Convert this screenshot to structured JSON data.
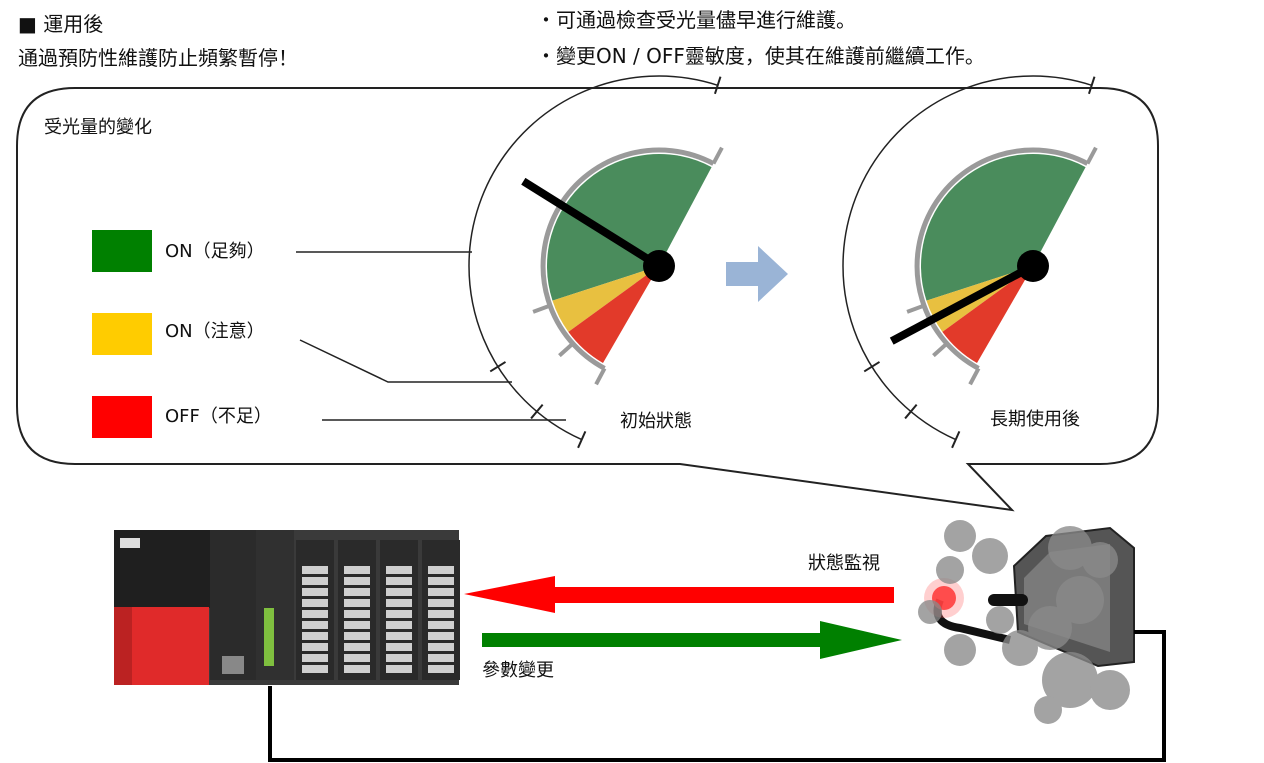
{
  "header": {
    "title": "■ 運用後",
    "subtitle": "通過預防性維護防止頻繁暫停！",
    "bullets": [
      "・可通過檢查受光量儘早進行維護。",
      "・變更ON / OFF靈敏度，使其在維護前繼續工作。"
    ]
  },
  "panel": {
    "title": "受光量的變化",
    "legend": [
      {
        "label": "ON（足夠）",
        "color": "#008000"
      },
      {
        "label": "ON（注意）",
        "color": "#ffcc00"
      },
      {
        "label": "OFF（不足）",
        "color": "#ff0000"
      }
    ],
    "gauges": [
      {
        "caption": "初始狀態",
        "needle_angle_deg": 148
      },
      {
        "caption": "長期使用後",
        "needle_angle_deg": 208
      }
    ],
    "zone_colors": {
      "on_enough": "#4a8c5c",
      "on_caution": "#e8c040",
      "off": "#e23a2a"
    },
    "transition_arrow_color": "#9ab4d6"
  },
  "flow": {
    "monitor_label": "狀態監視",
    "param_label": "參數變更",
    "monitor_arrow_color": "#ff0000",
    "param_arrow_color": "#008000"
  }
}
